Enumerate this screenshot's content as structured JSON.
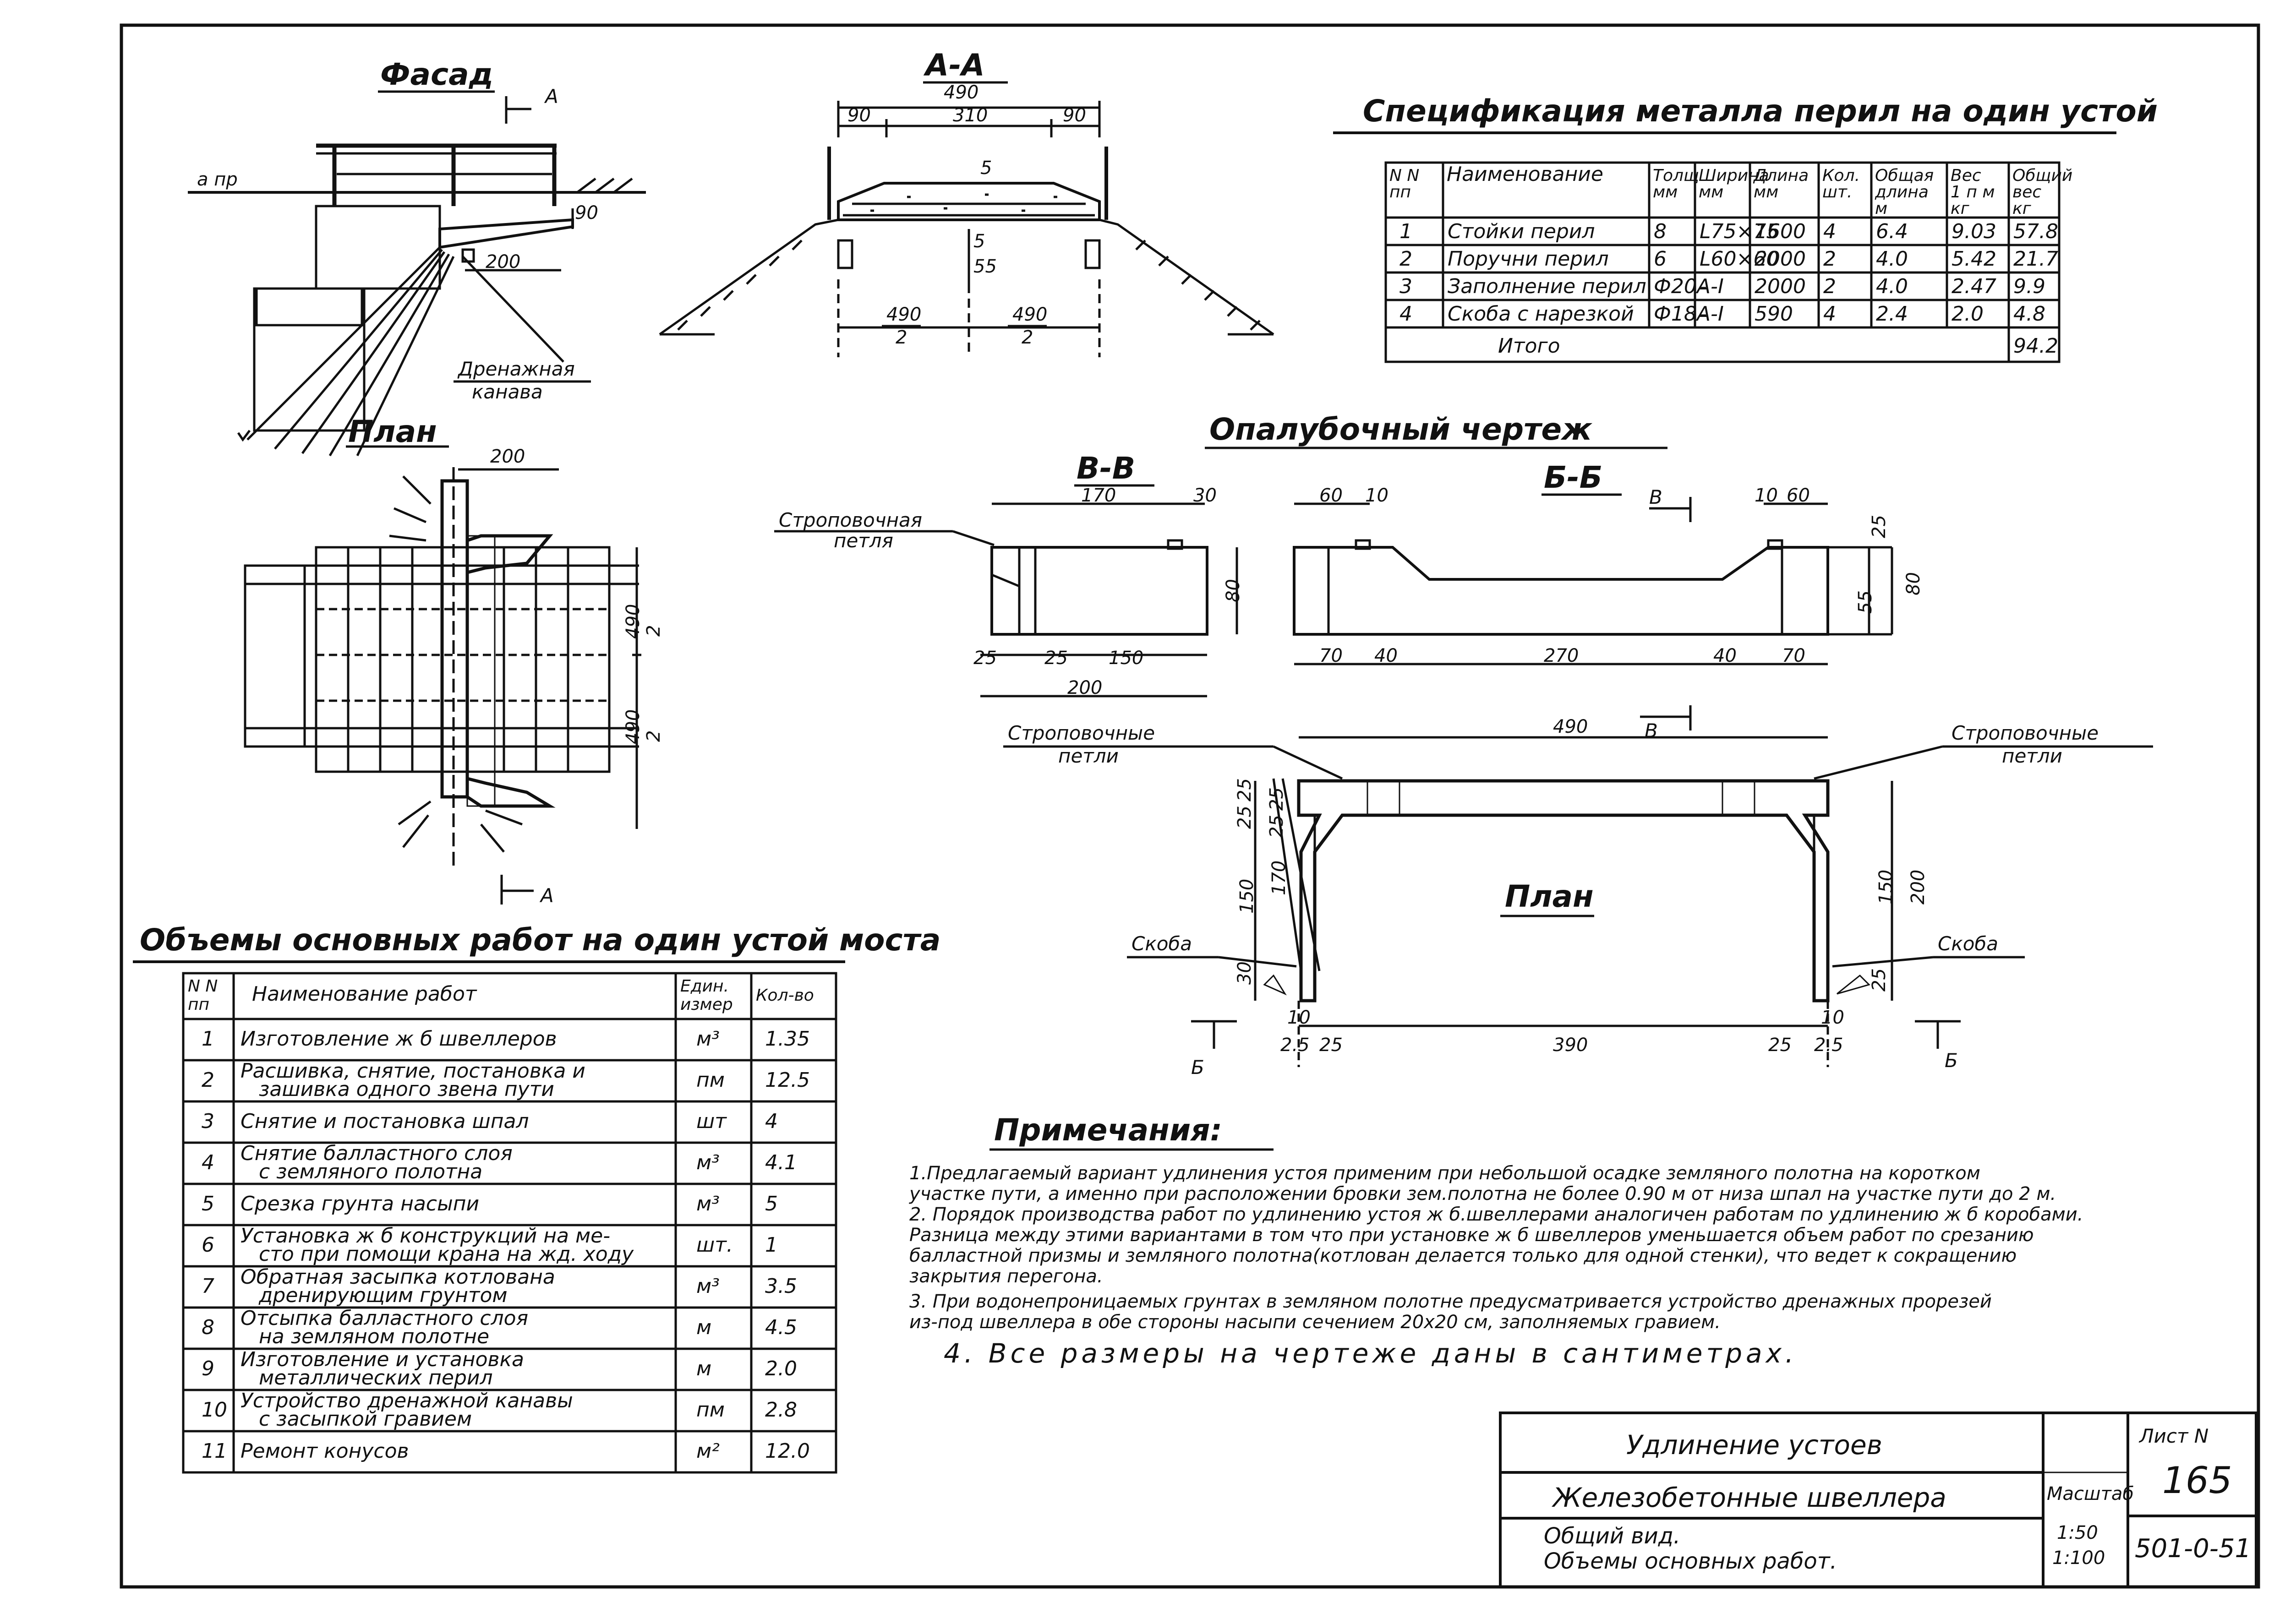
{
  "views": {
    "facade": {
      "title": "Фасад",
      "section_mark": "А",
      "level": "а пр",
      "dims": [
        "90",
        "200"
      ],
      "callout": [
        "Дренажная",
        "канава"
      ]
    },
    "section_aa": {
      "title": "А-А",
      "dims": [
        "490",
        "90",
        "310",
        "90",
        "5",
        "5",
        "55"
      ],
      "half_left": [
        "490",
        "2"
      ],
      "half_right": [
        "490",
        "2"
      ]
    },
    "plan_left": {
      "title": "План",
      "dims": [
        "200"
      ],
      "side": [
        [
          "490",
          "2"
        ],
        [
          "490",
          "2"
        ]
      ],
      "section_mark": "А"
    },
    "formwork": {
      "title": "Опалубочный чертеж"
    },
    "section_vv": {
      "title": "В-В",
      "callout": [
        "Строповочная",
        "петля"
      ],
      "dims": [
        "170",
        "30",
        "80",
        "25",
        "25",
        "150",
        "200"
      ]
    },
    "section_bb": {
      "title": "Б-Б",
      "marker": "В",
      "dims_top": [
        "60",
        "10",
        "10",
        "60"
      ],
      "dims_bottom": [
        "70",
        "40",
        "270",
        "40",
        "70"
      ],
      "dims_right": [
        "25",
        "55",
        "80"
      ],
      "marker_bottom": "В"
    },
    "plan_right": {
      "title": "План",
      "dim_top": "490",
      "callout_left": [
        "Строповочные",
        "петли"
      ],
      "callout_right": [
        "Строповочные",
        "петли"
      ],
      "bracket": "Скоба",
      "dims_left": [
        "25",
        "25",
        "25",
        "25",
        "170",
        "150",
        "30"
      ],
      "dims_right": [
        "200",
        "150",
        "25"
      ],
      "dims_bottom": [
        "10",
        "2.5",
        "25",
        "390",
        "25",
        "2.5",
        "10"
      ],
      "mark": "Б"
    }
  },
  "spec": {
    "title": "Спецификация металла перил на один устой",
    "headers": [
      [
        "N N",
        "пп"
      ],
      [
        "Наименование"
      ],
      [
        "Толщ",
        "мм"
      ],
      [
        "Ширина",
        "мм"
      ],
      [
        "Длина",
        "мм"
      ],
      [
        "Кол.",
        "шт."
      ],
      [
        "Общая",
        "длина",
        "м"
      ],
      [
        "Вес",
        "1 п м",
        "кг"
      ],
      [
        "Общий",
        "вес",
        "кг"
      ]
    ],
    "rows": [
      [
        "1",
        "Стойки перил",
        "8",
        "L75×75",
        "1600",
        "4",
        "6.4",
        "9.03",
        "57.8"
      ],
      [
        "2",
        "Поручни перил",
        "6",
        "L60×60",
        "2000",
        "2",
        "4.0",
        "5.42",
        "21.7"
      ],
      [
        "3",
        "Заполнение перил",
        "Ф20А-I",
        "-",
        "2000",
        "2",
        "4.0",
        "2.47",
        "9.9"
      ],
      [
        "4",
        "Скоба с нарезкой",
        "Ф18А-I",
        "-",
        "590",
        "4",
        "2.4",
        "2.0",
        "4.8"
      ]
    ],
    "total_label": "Итого",
    "total_value": "94.2"
  },
  "works": {
    "title": "Объемы основных работ на один устой моста",
    "headers": [
      [
        "N N",
        "пп"
      ],
      [
        "Наименование работ"
      ],
      [
        "Един.",
        "измер"
      ],
      [
        "Кол-во"
      ]
    ],
    "rows": [
      [
        "1",
        [
          "Изготовление ж б швеллеров"
        ],
        "м³",
        "1.35"
      ],
      [
        "2",
        [
          "Расшивка, снятие, постановка и",
          "зашивка одного звена пути"
        ],
        "пм",
        "12.5"
      ],
      [
        "3",
        [
          "Снятие и постановка шпал"
        ],
        "шт",
        "4"
      ],
      [
        "4",
        [
          "Снятие балластного слоя",
          "с земляного полотна"
        ],
        "м³",
        "4.1"
      ],
      [
        "5",
        [
          "Срезка грунта насыпи"
        ],
        "м³",
        "5"
      ],
      [
        "6",
        [
          "Установка ж б конструкций на ме-",
          "сто при помощи крана на жд. ходу"
        ],
        "шт.",
        "1"
      ],
      [
        "7",
        [
          "Обратная засыпка котлована",
          "дренирующим грунтом"
        ],
        "м³",
        "3.5"
      ],
      [
        "8",
        [
          "Отсыпка балластного слоя",
          "на земляном полотне"
        ],
        "м",
        "4.5"
      ],
      [
        "9",
        [
          "Изготовление и установка",
          "металлических перил"
        ],
        "м",
        "2.0"
      ],
      [
        "10",
        [
          "Устройство дренажной канавы",
          "с засыпкой гравием"
        ],
        "пм",
        "2.8"
      ],
      [
        "11",
        [
          "Ремонт конусов"
        ],
        "м²",
        "12.0"
      ]
    ]
  },
  "notes": {
    "title": "Примечания:",
    "lines": [
      "1.Предлагаемый вариант удлинения устоя применим при небольшой осадке земляного полотна на коротком",
      "участке пути, а именно при расположении бровки зем.полотна не более 0.90 м от низа шпал на участке пути до 2 м.",
      "2. Порядок производства работ по удлинению устоя ж б.швеллерами аналогичен работам по удлинению ж б коробами.",
      "Разница между этими вариантами в том что при установке ж б швеллеров уменьшается объем работ по срезанию",
      "балластной призмы и земляного полотна(котлован делается только для одной стенки), что ведет к сокращению",
      "закрытия перегона.",
      "3. При водонепроницаемых грунтах в земляном полотне предусматривается устройство дренажных прорезей",
      "из-под швеллера в обе стороны насыпи сечением 20х20 см, заполняемых гравием.",
      "4. Все размеры на чертеже даны в сантиметрах."
    ]
  },
  "title_block": {
    "line1": "Удлинение устоев",
    "line2": "Железобетонные швеллера",
    "line3a": "Общий вид.",
    "line3b": "Объемы основных работ.",
    "scale_label": "Масштаб",
    "scale_1": "1:50",
    "scale_2": "1:100",
    "sheet_label": "Лист N",
    "sheet_no": "165",
    "code": "501-0-51"
  }
}
